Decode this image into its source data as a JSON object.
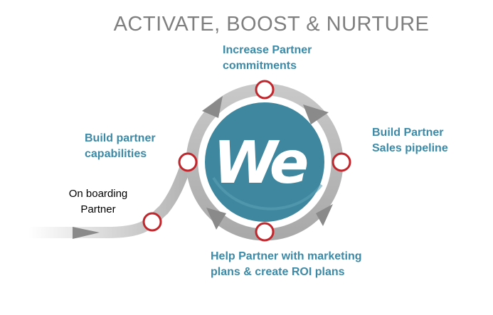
{
  "title": "ACTIVATE, BOOST & NURTURE",
  "center_logo_text": "We",
  "colors": {
    "ring": "#b3b3b3",
    "arrow": "#8a8a8a",
    "node_fill": "#ffffff",
    "node_stroke": "#c0272d",
    "logo_bg": "#3f879e",
    "logo_text": "#ffffff",
    "label": "#3b8aa8",
    "title": "#7f7f7f"
  },
  "steps": [
    {
      "id": "onboarding",
      "lines": [
        "On boarding",
        "Partner"
      ]
    },
    {
      "id": "capabilities",
      "lines": [
        "Build partner",
        "capabilities"
      ]
    },
    {
      "id": "commitments",
      "lines": [
        "Increase Partner",
        "commitments"
      ]
    },
    {
      "id": "pipeline",
      "lines": [
        "Build Partner",
        "Sales pipeline"
      ]
    },
    {
      "id": "marketing",
      "lines": [
        "Help Partner with marketing",
        "plans & create ROI plans"
      ]
    }
  ]
}
